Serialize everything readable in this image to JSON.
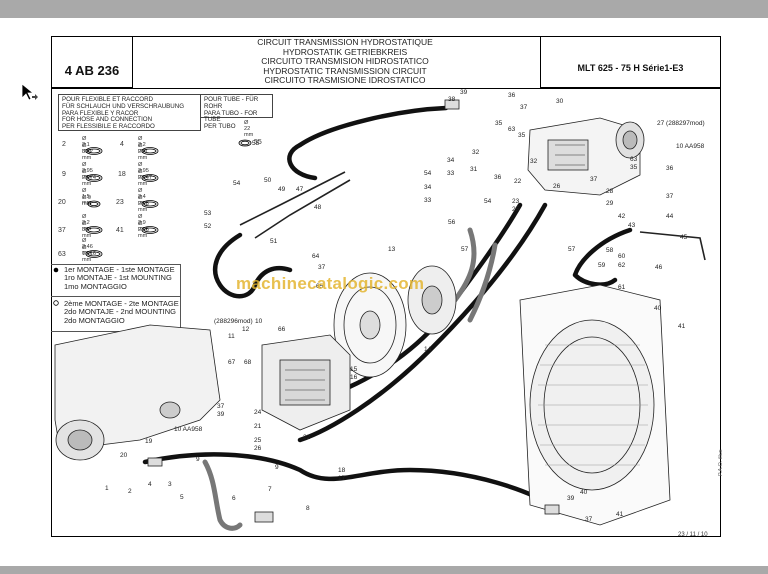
{
  "header": {
    "code": "4 AB 236",
    "titles": [
      "CIRCUIT TRANSMISSION HYDROSTATIQUE",
      "HYDROSTATIK GETRIEBKREIS",
      "CIRCUITO TRANSMISION HIDROSTATICO",
      "HYDROSTATIC TRANSMISSION CIRCUIT",
      "CIRCUITO TRASMISIONE IDROSTATICO"
    ],
    "model": "MLT 625 - 75 H Série1-E3"
  },
  "legend_hose": [
    "POUR FLEXIBLE ET RACCORD",
    "FÜR SCHLAUCH UND VERSCHRAUBUNG",
    "PARA FLEXIBLE Y RACOR",
    "FOR HOSE AND CONNECTION",
    "PER FLESSIBILE E RACCORDO"
  ],
  "legend_tube": [
    "POUR TUBE - FÜR ROHR",
    "PARA TUBO - FOR TUBE",
    "PER TUBO"
  ],
  "seals": [
    {
      "num": "2",
      "d1": "Ø 2,1 mm",
      "d2": "Ø 30,2 mm"
    },
    {
      "num": "4",
      "d1": "Ø 2,2 mm",
      "d2": "Ø 26 mm"
    },
    {
      "num": "9",
      "d1": "Ø 2,95 mm",
      "d2": "Ø 29,74 mm"
    },
    {
      "num": "18",
      "d1": "Ø 2,95 mm",
      "d2": "Ø 23,47 mm"
    },
    {
      "num": "20",
      "d1": "Ø 1,5 mm",
      "d2": "Ø 9 mm"
    },
    {
      "num": "23",
      "d1": "Ø 2,4 mm",
      "d2": "Ø 20,3 mm"
    },
    {
      "num": "37",
      "d1": "Ø 2,2 mm",
      "d2": "Ø 30 mm"
    },
    {
      "num": "41",
      "d1": "Ø 2,9 mm",
      "d2": "Ø 23,6 mm"
    },
    {
      "num": "63",
      "d1": "Ø 2,46 mm",
      "d2": "Ø 18,16 mm"
    },
    {
      "num": "55",
      "d1": "Ø 22 mm",
      "d2": ""
    }
  ],
  "mounting": {
    "first": [
      "1er MONTAGE - 1ste MONTAGE",
      "1ro MONTAJE - 1st MOUNTING",
      "1mo MONTAGGIO"
    ],
    "second": [
      "2ème MONTAGE - 2te MONTAGE",
      "2do MONTAJE - 2nd MOUNTING",
      "2do MONTAGGIO"
    ]
  },
  "callouts": {
    "c1": "38",
    "c2": "39",
    "c3": "36",
    "c4": "37",
    "c5": "30",
    "c6": "35",
    "c7": "63",
    "c8": "35",
    "c9": "27 (288297mod)",
    "c10": "10 AA958",
    "c11": "32",
    "c12": "34",
    "c13": "33",
    "c14": "54",
    "c15": "34",
    "c16": "33",
    "c17": "31",
    "c18": "32",
    "c19": "36",
    "c20": "22",
    "c21": "26",
    "c22": "29",
    "c23": "28",
    "c24": "37",
    "c25": "57",
    "c26": "23",
    "c27": "25",
    "c28": "54",
    "c29": "63",
    "c30": "35",
    "c31": "37",
    "c32": "36",
    "c33": "42",
    "c34": "43",
    "c35": "44",
    "c36": "45",
    "c37": "50",
    "c38": "49",
    "c39": "47",
    "c40": "48",
    "c41": "53",
    "c42": "52",
    "c43": "51",
    "c44": "56",
    "c45": "57",
    "c46": "13",
    "c47": "58",
    "c48": "59",
    "c49": "60",
    "c50": "62",
    "c51": "61",
    "c52": "46",
    "c53": "64",
    "c54": "37",
    "c55": "65",
    "c56": "(288296mod)",
    "c57": "10",
    "c58": "11",
    "c59": "12",
    "c60": "66",
    "c61": "68",
    "c62": "67",
    "c63": "14",
    "c64": "15",
    "c65": "16",
    "c66": "40",
    "c67": "41",
    "c68": "24",
    "c69": "37",
    "c70": "39",
    "c71": "10 AA958",
    "c72": "21",
    "c73": "22",
    "c74": "19",
    "c75": "25",
    "c76": "26",
    "c77": "20",
    "c78": "18",
    "c79": "17",
    "c80": "9",
    "c81": "9",
    "c82": "1",
    "c83": "2",
    "c84": "3",
    "c85": "4",
    "c86": "5",
    "c87": "6",
    "c88": "7",
    "c89": "8",
    "c90": "40",
    "c91": "39",
    "c92": "37",
    "c93": "41",
    "c94": "54",
    "c95": "55"
  },
  "watermark": "machinecatalogic.com",
  "footer": {
    "date": "23 / 11 / 10",
    "ref": "P.A.O. illus"
  }
}
